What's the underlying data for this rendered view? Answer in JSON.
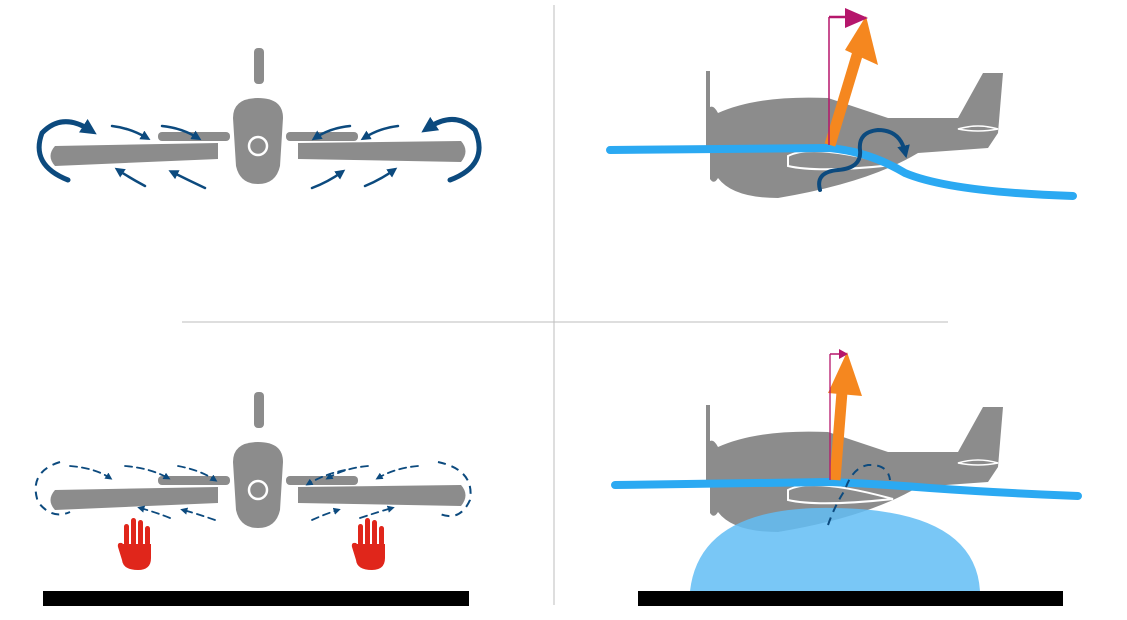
{
  "colors": {
    "background": "#ffffff",
    "aircraft": "#8c8c8c",
    "vortex": "#0c4a7e",
    "airflow": "#2ba9f2",
    "lift": "#f5871f",
    "induced_drag": "#b5166b",
    "ground": "#000000",
    "ground_cushion": "#62bdf4",
    "hand": "#e0261b",
    "divider": "#bdbdbd"
  },
  "panels": [
    {
      "id": "top-left",
      "view": "front",
      "ground": false,
      "vortex_style": "solid"
    },
    {
      "id": "top-right",
      "view": "side",
      "ground": false,
      "lift_vector": "tilted-back",
      "induced_drag": "large"
    },
    {
      "id": "bottom-left",
      "view": "front",
      "ground": true,
      "vortex_style": "dashed",
      "icons": [
        "hand-icon",
        "hand-icon"
      ]
    },
    {
      "id": "bottom-right",
      "view": "side",
      "ground": true,
      "lift_vector": "near-vertical",
      "induced_drag": "small"
    }
  ]
}
